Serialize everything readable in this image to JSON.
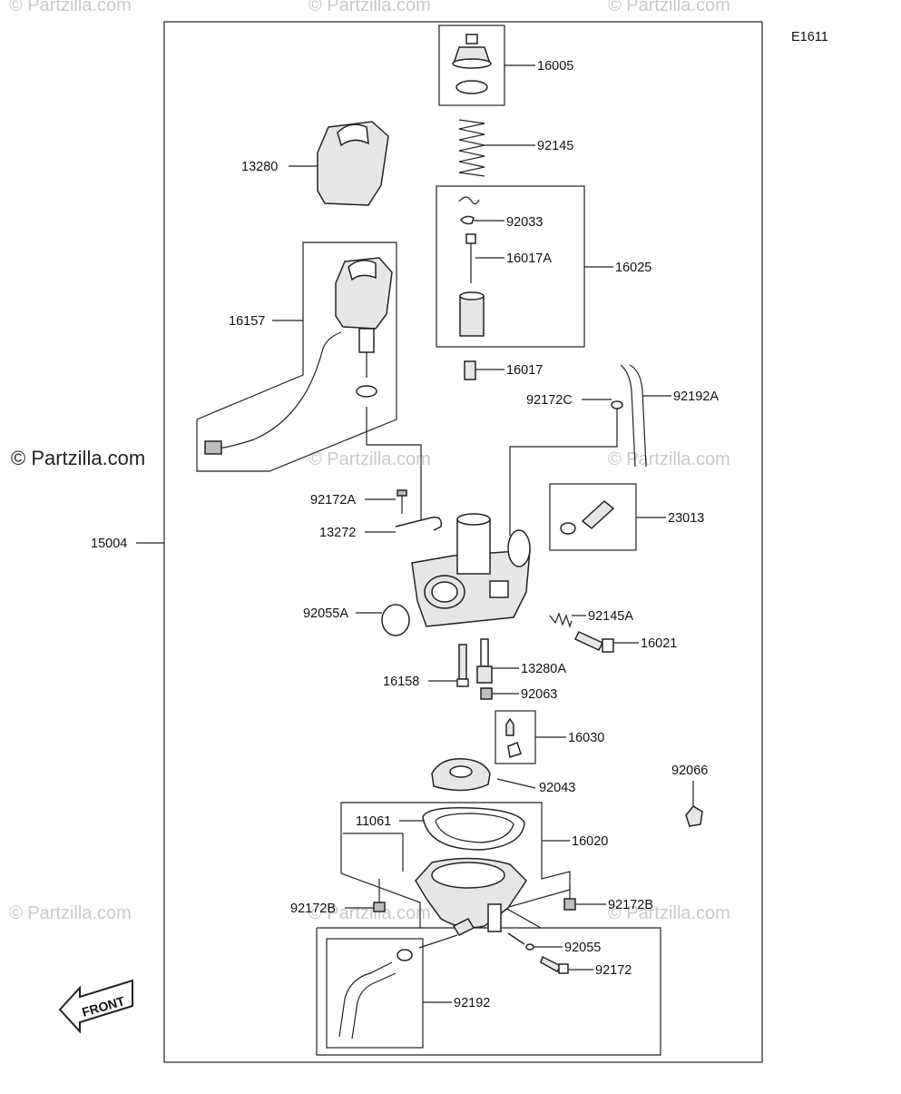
{
  "diagram": {
    "code": "E1611",
    "watermark": "© Partzilla.com",
    "watermark_bold": "© Partzilla.com",
    "front_label": "FRONT",
    "labels": {
      "p16005": "16005",
      "p92145": "92145",
      "p13280": "13280",
      "p92033": "92033",
      "p16017A": "16017A",
      "p16025": "16025",
      "p16157": "16157",
      "p16017": "16017",
      "p92172C": "92172C",
      "p92192A": "92192A",
      "p92172A": "92172A",
      "p13272": "13272",
      "p15004": "15004",
      "p23013": "23013",
      "p92055A": "92055A",
      "p92145A": "92145A",
      "p16021": "16021",
      "p13280A": "13280A",
      "p16158": "16158",
      "p92063": "92063",
      "p16030": "16030",
      "p92043": "92043",
      "p92066": "92066",
      "p11061": "11061",
      "p16020": "16020",
      "p92172B_left": "92172B",
      "p92172B_right": "92172B",
      "p92055": "92055",
      "p92172": "92172",
      "p92192": "92192"
    }
  }
}
